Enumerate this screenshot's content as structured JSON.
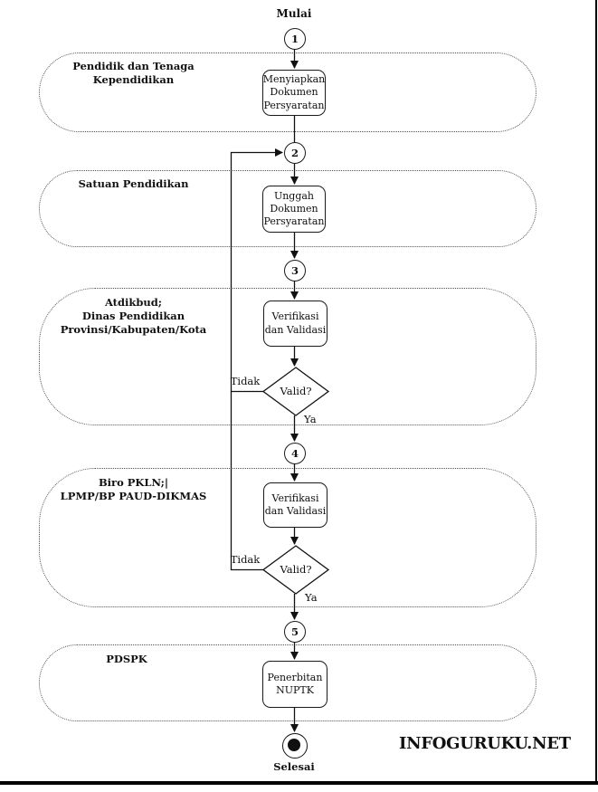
{
  "flow": {
    "start_label": "Mulai",
    "end_label": "Selesai",
    "steps": [
      "1",
      "2",
      "3",
      "4",
      "5"
    ],
    "decision_label": "Valid?",
    "yes_label": "Ya",
    "no_label": "Tidak"
  },
  "lanes": [
    {
      "label": "Pendidik dan Tenaga\nKependidikan"
    },
    {
      "label": "Satuan Pendidikan"
    },
    {
      "label": "Atdikbud;\nDinas Pendidikan\nProvinsi/Kabupaten/Kota"
    },
    {
      "label": "Biro PKLN;|\nLPMP/BP PAUD-DIKMAS"
    },
    {
      "label": "PDSPK"
    }
  ],
  "activities": [
    {
      "label": "Menyiapkan\nDokumen\nPersyaratan"
    },
    {
      "label": "Unggah\nDokumen\nPersyaratan"
    },
    {
      "label": "Verifikasi\ndan Validasi"
    },
    {
      "label": "Verifikasi\ndan Validasi"
    },
    {
      "label": "Penerbitan\nNUPTK"
    }
  ],
  "watermark": "INFOGURUKU.NET",
  "colors": {
    "line": "#111111",
    "lane_border": "#555555",
    "background": "#ffffff"
  }
}
